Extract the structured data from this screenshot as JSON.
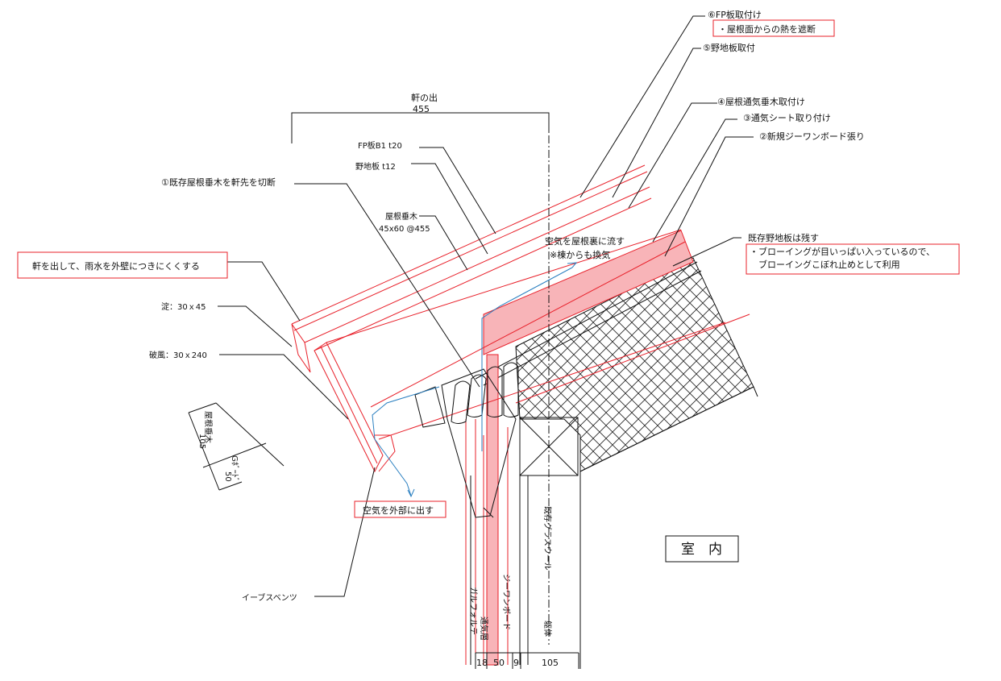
{
  "title": {
    "eave_label": "軒の出",
    "eave_value": "455"
  },
  "materials": {
    "fp_board": "FP板B1 t20",
    "sheathing": "野地板 t12",
    "rafter": "屋根垂木",
    "rafter_spec": "45x60 @455",
    "yodo": "淀：30ｘ45",
    "hafu": "破風：30ｘ240",
    "eaves_vent": "イーブスベンツ"
  },
  "steps": {
    "step1": "①既存屋根垂木を軒先を切断",
    "step2": "②新規ジーワンボード張り",
    "step3": "③通気シート取り付け",
    "step4": "④屋根通気垂木取付け",
    "step5": "⑤野地板取付",
    "step6": "⑥FP板取付け",
    "step6_note": "・屋根面からの熱を遮断"
  },
  "notes": {
    "eave_purpose": "軒を出して、雨水を外壁につきにくくする",
    "air_to_attic_1": "空気を屋根裏に流す",
    "air_to_attic_2": "※棟からも換気",
    "air_out": "空気を外部に出す",
    "keep_sheathing": "既存野地板は残す",
    "blowing_1": "・ブローイングが目いっぱい入っているので、",
    "blowing_2": "ブローイングこぼれ止めとして利用"
  },
  "wall": {
    "galvalume": "ガルフォルテ",
    "air_layer": "通気層",
    "g1_board": "ジーワンボード",
    "glass_wool": "既存グラスウール",
    "frame": "躯体",
    "dims": [
      "18",
      "50",
      "9",
      "105"
    ]
  },
  "side_section": {
    "rafter": "屋根垂木",
    "rafter_dim": "105",
    "g_board": "Gﾎﾞｰﾄﾞ",
    "g_dim": "50"
  },
  "room_label": "室　内",
  "colors": {
    "red": "#e8202a",
    "pink_fill": "#f8b4b8",
    "blue": "#2a7fc0",
    "ink": "#111111"
  }
}
